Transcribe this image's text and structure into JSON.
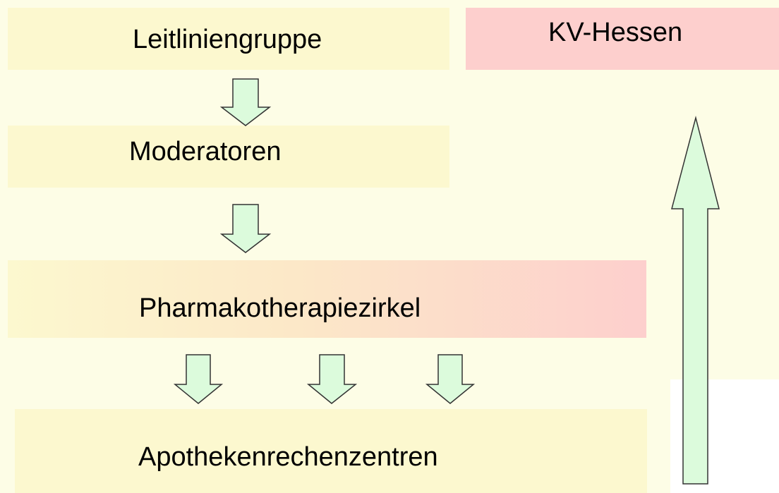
{
  "diagram": {
    "nodes": [
      {
        "id": "leitlinien",
        "label": "Leitliniengruppe",
        "color": "#fcf8cf"
      },
      {
        "id": "kv",
        "label": "KV-Hessen",
        "color": "#fdcfcd"
      },
      {
        "id": "moderatoren",
        "label": "Moderatoren",
        "color": "#fcf8cf"
      },
      {
        "id": "pharma",
        "label": "Pharmakotherapiezirkel",
        "color": "#fdcfcd"
      },
      {
        "id": "apotheken",
        "label": "Apothekenrechenzentren",
        "color": "#fcf8cf"
      }
    ],
    "edges": [
      {
        "from": "leitlinien",
        "to": "moderatoren"
      },
      {
        "from": "moderatoren",
        "to": "pharma"
      },
      {
        "from": "pharma",
        "to": "apotheken"
      },
      {
        "from": "pharma",
        "to": "apotheken"
      },
      {
        "from": "pharma",
        "to": "apotheken"
      },
      {
        "from": "apotheken",
        "to": "kv"
      }
    ],
    "arrow_color": "#dcfbdc"
  }
}
